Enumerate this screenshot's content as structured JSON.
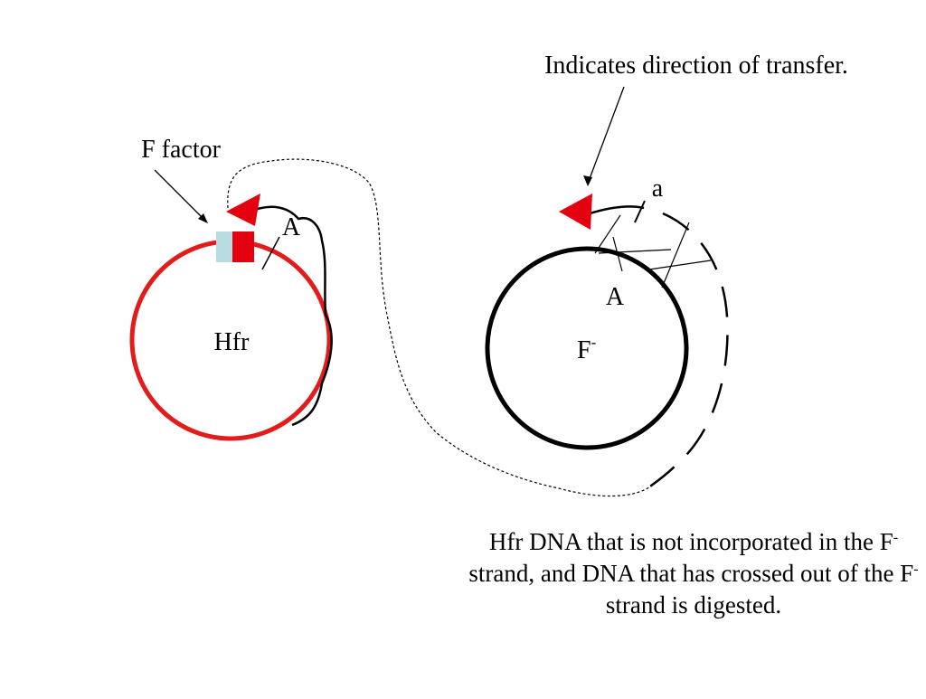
{
  "labels": {
    "direction": "Indicates direction of transfer.",
    "f_factor": "F factor",
    "gene_A_hfr": "A",
    "gene_A_recipient": "A",
    "gene_a": "a",
    "hfr": "Hfr",
    "recipient_base": "F",
    "recipient_sup": "-"
  },
  "caption": {
    "t1": "Hfr DNA that is not incorporated in the F",
    "s1": "-",
    "t2": " strand, and DNA that has crossed out of the F",
    "s2": "-",
    "t3": " strand is digested."
  },
  "colors": {
    "hfr_chromosome": "#e31b1b",
    "f_factor_left": "#b7dde3",
    "f_factor_right": "#e3000f",
    "arrowhead": "#e3000f",
    "recipient_chromosome": "#000000"
  }
}
